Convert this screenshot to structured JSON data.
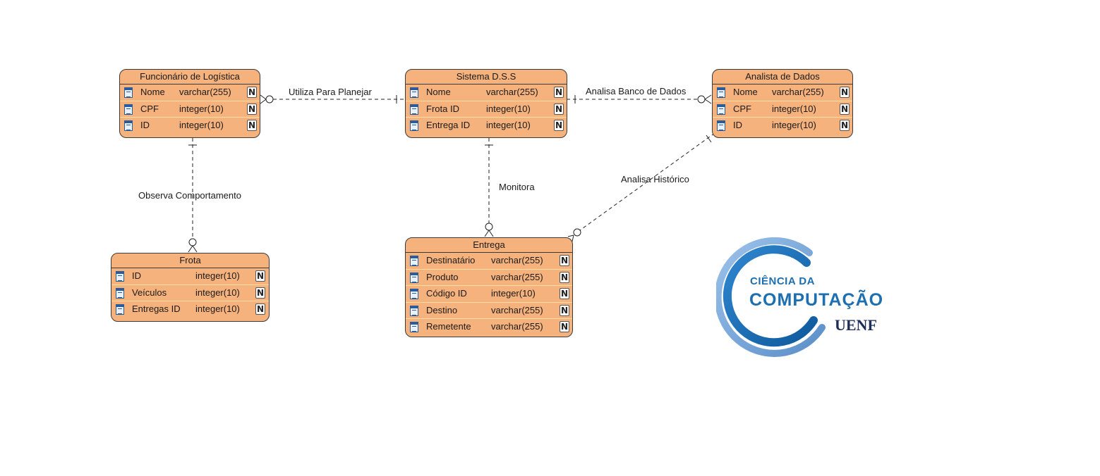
{
  "entities": {
    "funcionario": {
      "title": "Funcionário de Logística",
      "columns": [
        {
          "name": "Nome",
          "type": "varchar(255)",
          "nullable": "N"
        },
        {
          "name": "CPF",
          "type": "integer(10)",
          "nullable": "N"
        },
        {
          "name": "ID",
          "type": "integer(10)",
          "nullable": "N"
        }
      ]
    },
    "sistema": {
      "title": "Sistema D.S.S",
      "columns": [
        {
          "name": "Nome",
          "type": "varchar(255)",
          "nullable": "N"
        },
        {
          "name": "Frota ID",
          "type": "integer(10)",
          "nullable": "N"
        },
        {
          "name": "Entrega ID",
          "type": "integer(10)",
          "nullable": "N"
        }
      ]
    },
    "analista": {
      "title": "Analista de Dados",
      "columns": [
        {
          "name": "Nome",
          "type": "varchar(255)",
          "nullable": "N"
        },
        {
          "name": "CPF",
          "type": "integer(10)",
          "nullable": "N"
        },
        {
          "name": "ID",
          "type": "integer(10)",
          "nullable": "N"
        }
      ]
    },
    "frota": {
      "title": "Frota",
      "columns": [
        {
          "name": "ID",
          "type": "integer(10)",
          "nullable": "N"
        },
        {
          "name": "Veículos",
          "type": "integer(10)",
          "nullable": "N"
        },
        {
          "name": "Entregas ID",
          "type": "integer(10)",
          "nullable": "N"
        }
      ]
    },
    "entrega": {
      "title": "Entrega",
      "columns": [
        {
          "name": "Destinatário",
          "type": "varchar(255)",
          "nullable": "N"
        },
        {
          "name": "Produto",
          "type": "varchar(255)",
          "nullable": "N"
        },
        {
          "name": "Código ID",
          "type": "integer(10)",
          "nullable": "N"
        },
        {
          "name": "Destino",
          "type": "varchar(255)",
          "nullable": "N"
        },
        {
          "name": "Remetente",
          "type": "varchar(255)",
          "nullable": "N"
        }
      ]
    }
  },
  "relationships": [
    {
      "label": "Utiliza Para Planejar",
      "from": "Sistema D.S.S",
      "to": "Funcionário de Logística",
      "from_card": "one",
      "to_card": "zero-or-many"
    },
    {
      "label": "Analisa Banco de Dados",
      "from": "Sistema D.S.S",
      "to": "Analista de Dados",
      "from_card": "one",
      "to_card": "zero-or-many"
    },
    {
      "label": "Observa Comportamento",
      "from": "Funcionário de Logística",
      "to": "Frota",
      "from_card": "one",
      "to_card": "zero-or-many"
    },
    {
      "label": "Monitora",
      "from": "Sistema D.S.S",
      "to": "Entrega",
      "from_card": "one",
      "to_card": "zero-or-many"
    },
    {
      "label": "Analisa Histórico",
      "from": "Analista de Dados",
      "to": "Entrega",
      "from_card": "one",
      "to_card": "zero-or-many"
    }
  ],
  "logo": {
    "line1": "CIÊNCIA DA",
    "line2": "COMPUTAÇÃO",
    "line3": "UENF",
    "colors": {
      "ring_outer": "#7aa7d8",
      "ring_inner": "#1d6fb0",
      "text": "#1d6fb0",
      "uenf": "#1d2e5a"
    }
  },
  "colors": {
    "entity_fill": "#f6b27c",
    "border": "#3a3a3a",
    "row_divider": "#fbe0a6",
    "column_icon": "#2a5b9a"
  }
}
